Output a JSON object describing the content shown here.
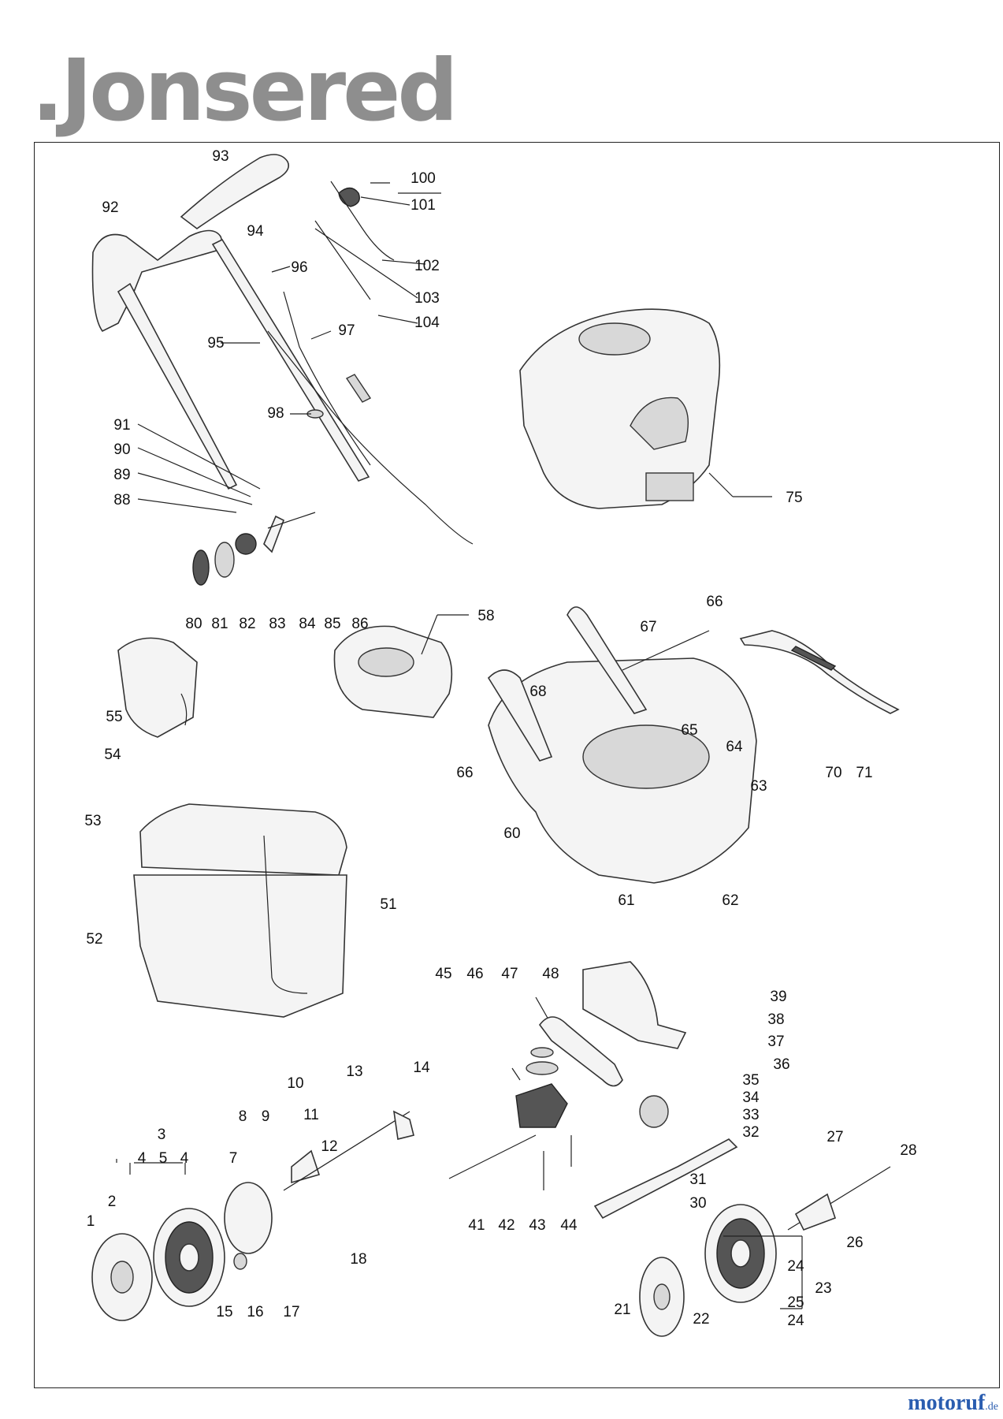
{
  "brand": ".Jonsered",
  "watermark": {
    "main": "motoruf",
    "suffix": ".de"
  },
  "labels": [
    "1",
    "2",
    "3",
    "4",
    "5",
    "4",
    "7",
    "8",
    "9",
    "10",
    "11",
    "12",
    "13",
    "14",
    "15",
    "16",
    "17",
    "18",
    "21",
    "22",
    "23",
    "24",
    "25",
    "24",
    "26",
    "27",
    "28",
    "30",
    "31",
    "32",
    "33",
    "34",
    "35",
    "36",
    "37",
    "38",
    "39",
    "41",
    "42",
    "43",
    "44",
    "45",
    "46",
    "47",
    "48",
    "51",
    "52",
    "53",
    "54",
    "55",
    "58",
    "60",
    "61",
    "62",
    "63",
    "64",
    "65",
    "66",
    "66",
    "67",
    "68",
    "70",
    "71",
    "75",
    "80",
    "81",
    "82",
    "83",
    "84",
    "85",
    "86",
    "88",
    "89",
    "90",
    "91",
    "92",
    "93",
    "94",
    "95",
    "96",
    "97",
    "98",
    "100",
    "101",
    "102",
    "103",
    "104"
  ]
}
